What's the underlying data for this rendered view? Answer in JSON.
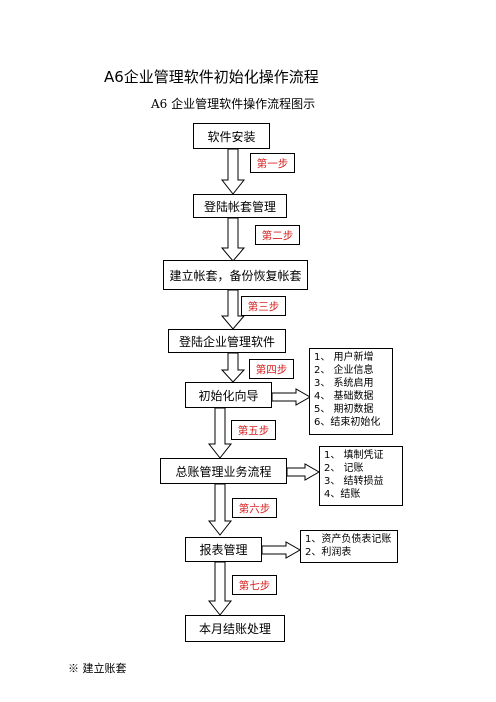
{
  "title": "A6企业管理软件初始化操作流程",
  "subtitle": "A6 企业管理软件操作流程图示",
  "steps": [
    {
      "box": "软件安装",
      "step": "第一步"
    },
    {
      "box": "登陆帐套管理",
      "step": "第二步"
    },
    {
      "box": "建立帐套，备份恢复帐套",
      "step": "第三步"
    },
    {
      "box": "登陆企业管理软件",
      "step": "第四步"
    },
    {
      "box": "初始化向导",
      "step": "第五步"
    },
    {
      "box": "总账管理业务流程",
      "step": "第六步"
    },
    {
      "box": "报表管理",
      "step": "第七步"
    },
    {
      "box": "本月结账处理"
    }
  ],
  "notes": {
    "init": [
      "1、 用户新增",
      "2、 企业信息",
      "3、 系统启用",
      "4、 基础数据",
      "5、 期初数据",
      "6、结束初始化"
    ],
    "ledger": [
      "1、 填制凭证",
      "2、 记账",
      "3、 结转损益",
      "4、结账"
    ],
    "report": [
      "1、资产负债表记账",
      "2、利润表"
    ]
  },
  "footer": "※ 建立账套"
}
